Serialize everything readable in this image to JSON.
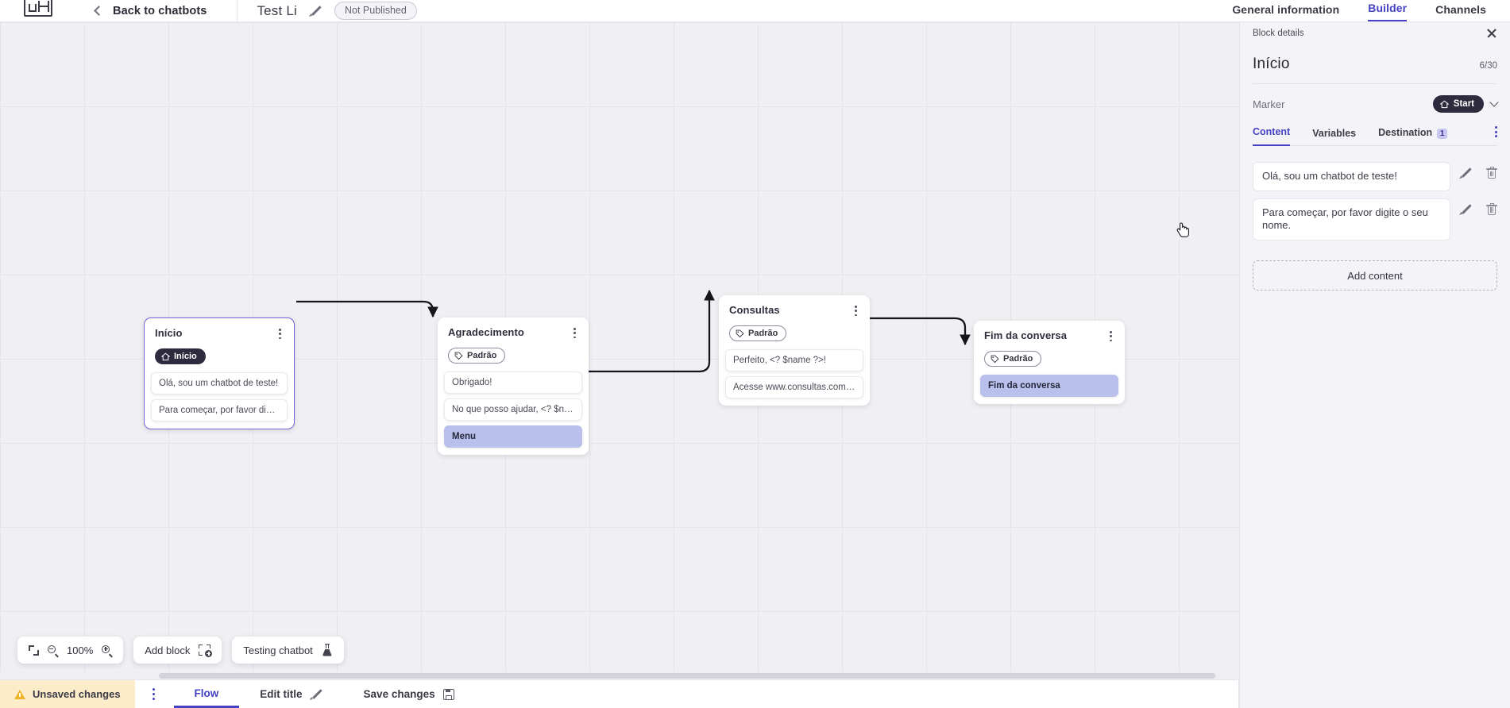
{
  "topbar": {
    "logo_icon": "app-logo-icon",
    "back_label": "Back to chatbots",
    "bot_name": "Test Li",
    "edit_icon": "pencil-icon",
    "status_badge": "Not Published",
    "tabs": [
      {
        "label": "General information",
        "active": false
      },
      {
        "label": "Builder",
        "active": true
      },
      {
        "label": "Channels",
        "active": false
      }
    ]
  },
  "canvas": {
    "nodes": [
      {
        "title": "Início",
        "badge": "Início",
        "badge_type": "start",
        "selected": true,
        "chips": [
          {
            "text": "Olá, sou um chatbot de teste!",
            "highlight": false
          },
          {
            "text": "Para começar, por favor digite o ...",
            "highlight": false
          }
        ]
      },
      {
        "title": "Agradecimento",
        "badge": "Padrão",
        "badge_type": "default",
        "selected": false,
        "chips": [
          {
            "text": "Obrigado!",
            "highlight": false
          },
          {
            "text": "No que posso ajudar, <? $name ...",
            "highlight": false
          },
          {
            "text": "Menu",
            "highlight": true
          }
        ]
      },
      {
        "title": "Consultas",
        "badge": "Padrão",
        "badge_type": "default",
        "selected": false,
        "chips": [
          {
            "text": "Perfeito, <? $name ?>!",
            "highlight": false
          },
          {
            "text": "Acesse www.consultas.com par...",
            "highlight": false
          }
        ]
      },
      {
        "title": "Fim da conversa",
        "badge": "Padrão",
        "badge_type": "default",
        "selected": false,
        "chips": [
          {
            "text": "Fim da conversa",
            "highlight": true
          }
        ]
      }
    ],
    "toolbar": {
      "fit_icon": "fit-screen-icon",
      "zoom_out_icon": "zoom-out-icon",
      "zoom_level": "100%",
      "zoom_in_icon": "zoom-in-icon",
      "add_block_label": "Add block",
      "add_block_icon": "add-block-icon",
      "testing_label": "Testing chatbot",
      "testing_icon": "flask-icon"
    }
  },
  "panel": {
    "header_label": "Block details",
    "close_icon": "close-icon",
    "title": "Início",
    "counter": "6/30",
    "marker_label": "Marker",
    "marker_value": "Start",
    "marker_icon": "home-icon",
    "marker_chevron_icon": "chevron-down-icon",
    "tabs": [
      {
        "label": "Content",
        "active": true,
        "count": null
      },
      {
        "label": "Variables",
        "active": false,
        "count": null
      },
      {
        "label": "Destination",
        "active": false,
        "count": "1"
      }
    ],
    "tabs_kebab_icon": "more-vertical-icon",
    "content_items": [
      {
        "text": "Olá, sou um chatbot de teste!",
        "edit_icon": "pencil-icon",
        "delete_icon": "trash-icon"
      },
      {
        "text": "Para começar, por favor digite o seu nome.",
        "edit_icon": "pencil-icon",
        "delete_icon": "trash-icon"
      }
    ],
    "add_content_label": "Add content"
  },
  "statusbar": {
    "unsaved_label": "Unsaved changes",
    "warning_icon": "warning-triangle-icon",
    "kebab_icon": "more-vertical-icon",
    "flow_label": "Flow",
    "edit_title_label": "Edit title",
    "edit_title_icon": "pencil-icon",
    "save_label": "Save changes",
    "save_icon": "save-disk-icon"
  },
  "colors": {
    "accent": "#4541c4",
    "highlight_chip": "#b9c0ec",
    "badge_dark": "#2d2b3d",
    "warning_bg": "#fdecca"
  }
}
